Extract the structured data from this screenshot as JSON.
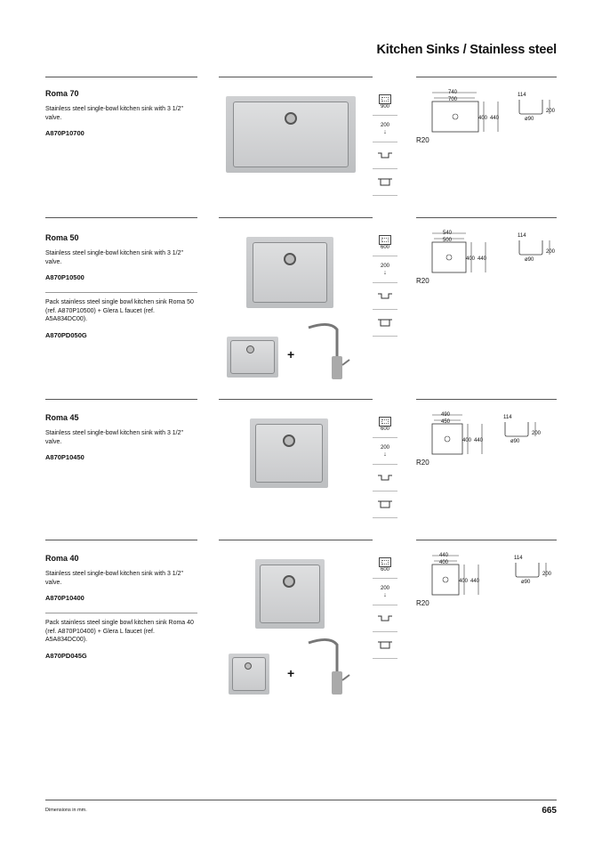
{
  "header": {
    "title": "Kitchen Sinks / Stainless steel"
  },
  "products": [
    {
      "name": "Roma 70",
      "description": "Stainless steel single-bowl kitchen sink with 3 1/2\" valve.",
      "ref": "A870P10700",
      "icons": {
        "cabinet": "900",
        "depth": "200"
      },
      "diagram": {
        "outer_width": "740",
        "inner_width": "700",
        "h1": "400",
        "h2": "440",
        "side_w": "114",
        "side_h": "200",
        "drain": "ø90",
        "radius": "R20"
      }
    },
    {
      "name": "Roma 50",
      "description": "Stainless steel single-bowl kitchen sink with 3 1/2\" valve.",
      "ref": "A870P10500",
      "pack_description": "Pack stainless steel single bowl kitchen sink Roma 50 (ref. A870P10500) + Glera L faucet (ref. A5A834DC00).",
      "pack_ref": "A870PD050G",
      "icons": {
        "cabinet": "600",
        "depth": "200"
      },
      "diagram": {
        "outer_width": "540",
        "inner_width": "500",
        "h1": "400",
        "h2": "440",
        "side_w": "114",
        "side_h": "200",
        "drain": "ø90",
        "radius": "R20"
      }
    },
    {
      "name": "Roma 45",
      "description": "Stainless steel single-bowl kitchen sink with 3 1/2\" valve.",
      "ref": "A870P10450",
      "icons": {
        "cabinet": "600",
        "depth": "200"
      },
      "diagram": {
        "outer_width": "490",
        "inner_width": "450",
        "h1": "400",
        "h2": "440",
        "side_w": "114",
        "side_h": "200",
        "drain": "ø90",
        "radius": "R20"
      }
    },
    {
      "name": "Roma 40",
      "description": "Stainless steel single-bowl kitchen sink with 3 1/2\" valve.",
      "ref": "A870P10400",
      "pack_description": "Pack stainless steel single bowl kitchen sink Roma 40 (ref. A870P10400) + Glera L faucet (ref. A5A834DC00).",
      "pack_ref": "A870PD045G",
      "icons": {
        "cabinet": "600",
        "depth": "200"
      },
      "diagram": {
        "outer_width": "440",
        "inner_width": "400",
        "h1": "400",
        "h2": "440",
        "side_w": "114",
        "side_h": "200",
        "drain": "ø90",
        "radius": "R20"
      }
    }
  ],
  "pack_plus": "+",
  "footer": {
    "note": "Dimensions in mm.",
    "page_number": "665"
  }
}
